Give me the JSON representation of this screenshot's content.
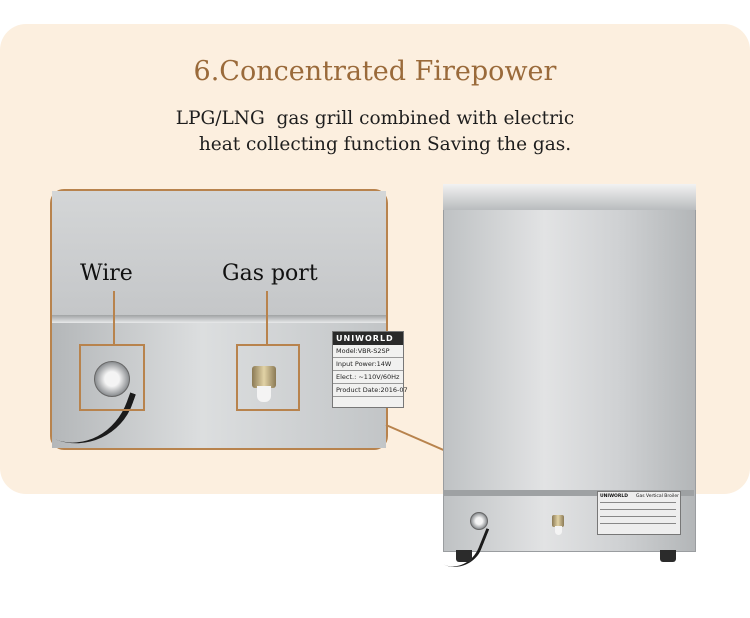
{
  "header": {
    "title": "6.Concentrated Firepower",
    "subtitle_line1": "LPG/LNG  gas grill combined with electric",
    "subtitle_line2": "heat collecting function Saving the gas."
  },
  "zoom": {
    "wire_label": "Wire",
    "gas_port_label": "Gas port",
    "nameplate": {
      "brand": "UNIWORLD",
      "rows": [
        "Model:VBR-S2SP",
        "Input Power:14W",
        "Elect.: ~110V/60Hz",
        "Product Date:2016-07"
      ]
    }
  },
  "machine": {
    "nameplate_brand": "UNIWORLD",
    "nameplate_title": "Gas Vertical Broiler"
  },
  "colors": {
    "panel": "#fcefdf",
    "accent": "#b8834d",
    "title": "#9a6a3a"
  }
}
